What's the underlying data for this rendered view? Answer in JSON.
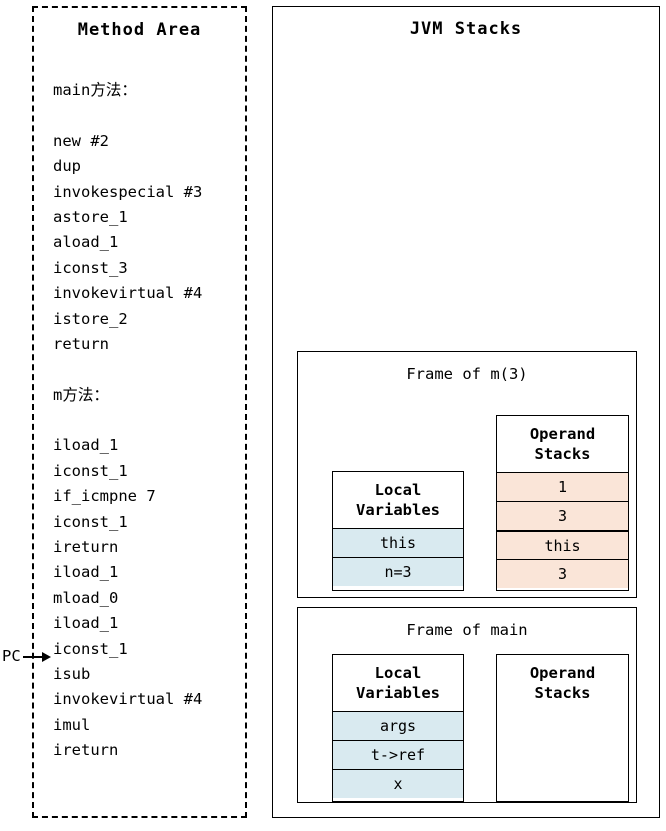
{
  "method_area": {
    "title": "Method Area",
    "sections": [
      {
        "label": "main方法：",
        "instructions": [
          "new #2",
          "dup",
          "invokespecial #3",
          "astore_1",
          "aload_1",
          "iconst_3",
          "invokevirtual #4",
          "istore_2",
          "return"
        ]
      },
      {
        "label": "m方法：",
        "instructions": [
          "iload_1",
          "iconst_1",
          "if_icmpne 7",
          "iconst_1",
          "ireturn",
          "iload_1",
          "mload_0",
          "iload_1",
          "iconst_1",
          "isub",
          "invokevirtual #4",
          "imul",
          "ireturn"
        ]
      }
    ]
  },
  "pc": {
    "label": "PC",
    "points_to": "iconst_1"
  },
  "jvm_stacks": {
    "title": "JVM Stacks",
    "frames": [
      {
        "title": "Frame of m(3)",
        "local_variables": {
          "header": "Local\nVariables",
          "slots": [
            {
              "value": "this",
              "color": "#d9eaf0"
            },
            {
              "value": "n=3",
              "color": "#d9eaf0"
            }
          ]
        },
        "operand_stacks": {
          "header": "Operand\nStacks",
          "slots": [
            {
              "value": "1",
              "color": "#fae5d8",
              "separator": false
            },
            {
              "value": "3",
              "color": "#fae5d8",
              "separator": false
            },
            {
              "value": "this",
              "color": "#fae5d8",
              "separator": true
            },
            {
              "value": "3",
              "color": "#fae5d8",
              "separator": false
            }
          ]
        }
      },
      {
        "title": "Frame of main",
        "local_variables": {
          "header": "Local\nVariables",
          "slots": [
            {
              "value": "args",
              "color": "#d9eaf0"
            },
            {
              "value": "t->ref",
              "color": "#d9eaf0"
            },
            {
              "value": "x",
              "color": "#d9eaf0"
            }
          ]
        },
        "operand_stacks": {
          "header": "Operand\nStacks",
          "slots": []
        }
      }
    ]
  },
  "colors": {
    "local_variable_fill": "#d9eaf0",
    "operand_stack_fill": "#fae5d8",
    "border": "#000000",
    "background": "#ffffff"
  }
}
